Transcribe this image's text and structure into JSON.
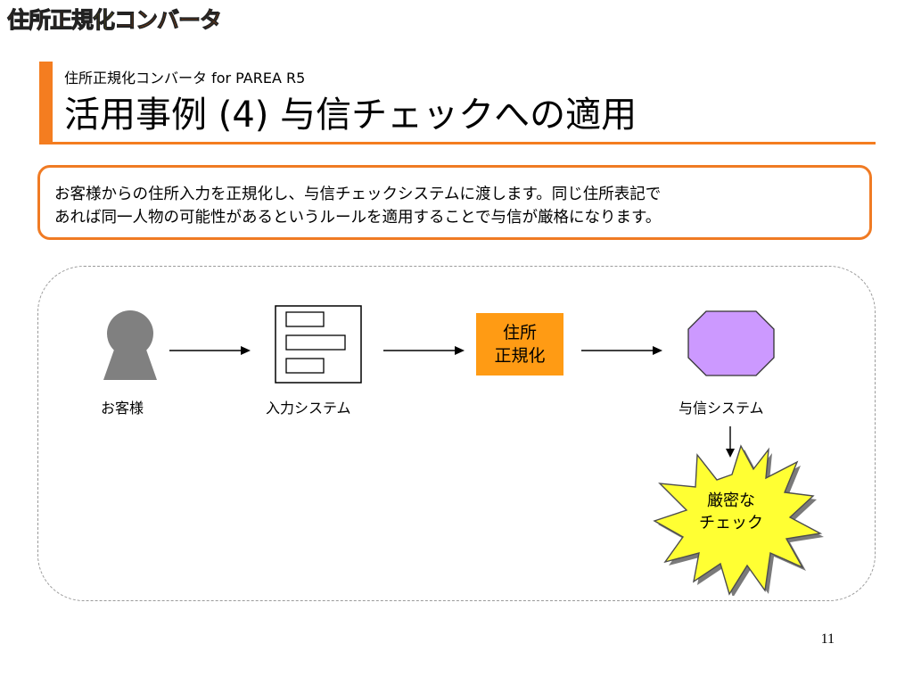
{
  "header": {
    "logo_text_part1": "住所正規",
    "logo_text_part2": "化",
    "logo_text_part3": "コンバータ",
    "subtitle": "住所正規化コンバータ for PAREA R5",
    "title": "活用事例 (4) 与信チェックへの適用"
  },
  "description": {
    "line1": "お客様からの住所入力を正規化し、与信チェックシステムに渡します。同じ住所表記で",
    "line2": "あれば同一人物の可能性があるというルールを適用することで与信が厳格になります。"
  },
  "diagram": {
    "customer_label": "お客様",
    "input_system_label": "入力システム",
    "normalize_line1": "住所",
    "normalize_line2": "正規化",
    "credit_system_label": "与信システム",
    "strict_check_line1": "厳密な",
    "strict_check_line2": "チェック"
  },
  "colors": {
    "accent": "#f47d20",
    "normalize_fill": "#ff9b14",
    "octagon_fill": "#cc99ff",
    "burst_fill": "#ffff33",
    "person_fill": "#808080"
  },
  "footer": {
    "page_number": "11"
  }
}
